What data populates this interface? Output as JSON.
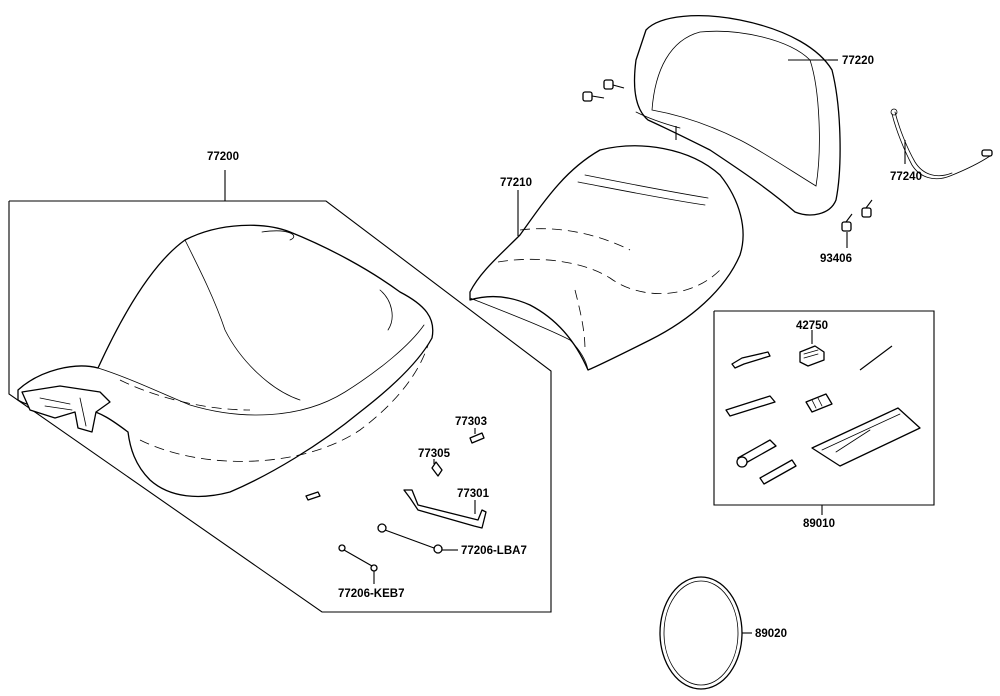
{
  "diagram": {
    "labels": {
      "p77200": "77200",
      "p77210": "77210",
      "p77220": "77220",
      "p77240": "77240",
      "p93406": "93406",
      "p42750": "42750",
      "p89010": "89010",
      "p89020": "89020",
      "p77303": "77303",
      "p77305": "77305",
      "p77301": "77301",
      "p77206_lba7": "77206-LBA7",
      "p77206_keb7": "77206-KEB7"
    },
    "colors": {
      "ink": "#000000",
      "paper": "#ffffff"
    }
  }
}
